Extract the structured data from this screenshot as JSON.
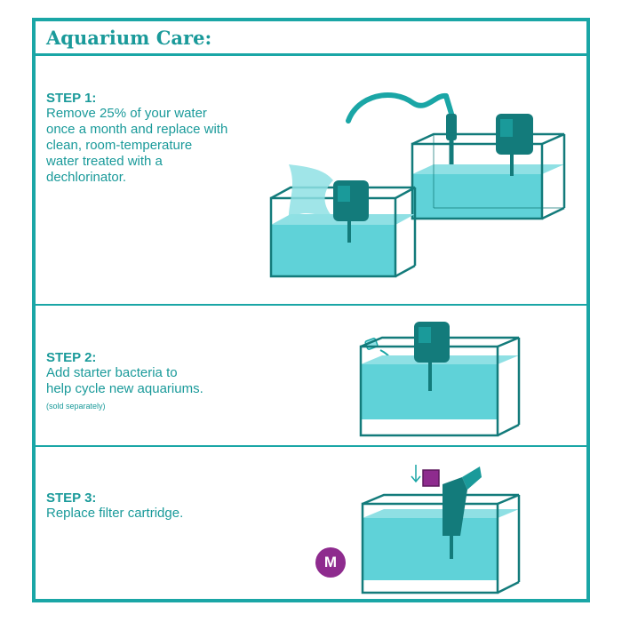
{
  "header": {
    "title": "Aquarium Care:"
  },
  "step1": {
    "title": "STEP 1:",
    "lines": [
      "Remove 25% of your water",
      "once a month and replace with",
      "clean, room-temperature",
      "water treated with a",
      "dechlorinator."
    ]
  },
  "step2": {
    "title": "STEP 2:",
    "lines": [
      "Add starter bacteria to",
      "help cycle new aquariums."
    ],
    "note": "(sold separately)"
  },
  "step3": {
    "title": "STEP 3:",
    "lines": [
      "Replace filter cartridge."
    ]
  },
  "badge": {
    "letter": "M"
  },
  "colors": {
    "teal": "#1aa6a6",
    "water": "#5fd2d8",
    "dark_teal": "#137b7b",
    "purple": "#8e2b8e"
  }
}
